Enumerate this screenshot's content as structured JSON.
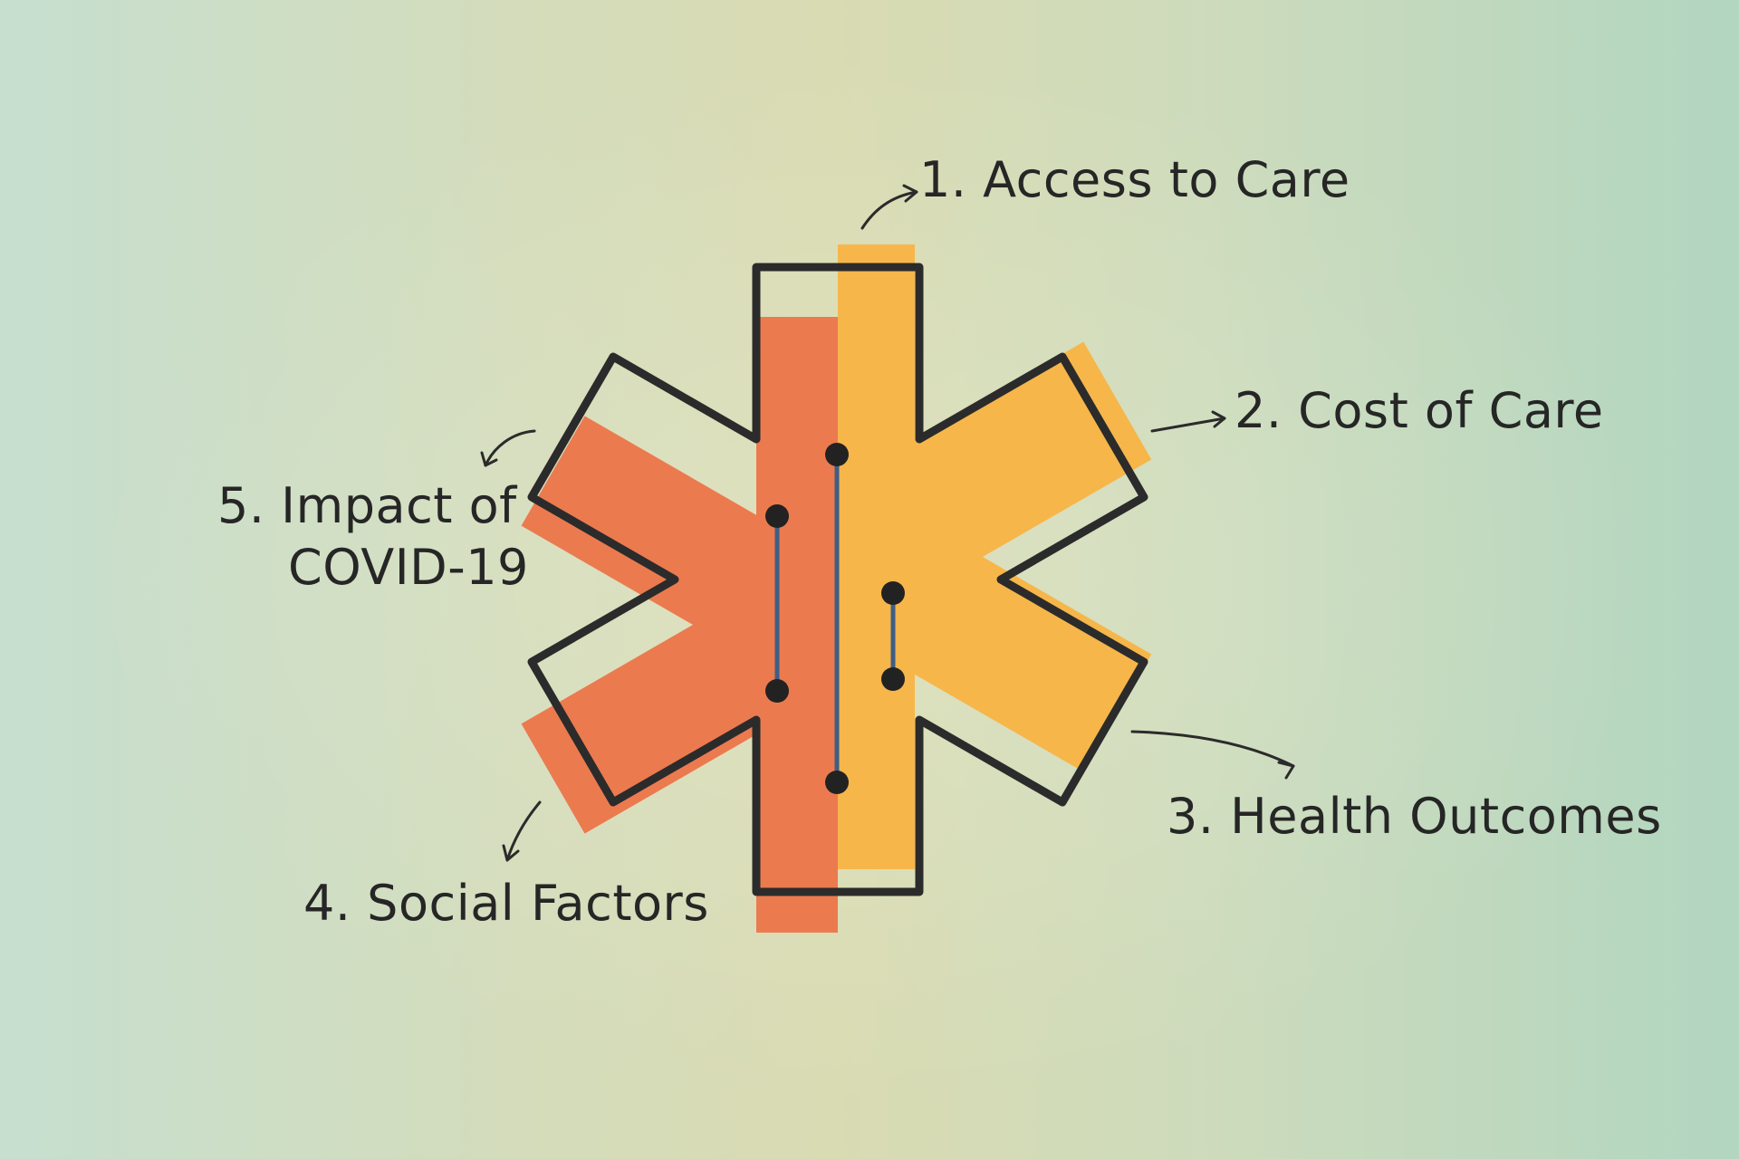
{
  "labels": {
    "access_to_care": "1. Access to Care",
    "cost_of_care": "2. Cost of Care",
    "health_outcomes": "3. Health Outcomes",
    "social_factors": "4. Social Factors",
    "covid_line1": "5. Impact of",
    "covid_line2": "COVID-19"
  },
  "colors": {
    "background_left": "#c6dfcf",
    "background_center": "#d9dbb2",
    "background_right": "#b2d6c0",
    "left_half_fill": "#ec7a4f",
    "right_half_fill": "#f6b64a",
    "outline": "#2b2b2b",
    "connector_line": "#3f5e85",
    "connector_dot": "#222222"
  },
  "icons": [
    "star-of-life-icon",
    "arrow-icon"
  ]
}
